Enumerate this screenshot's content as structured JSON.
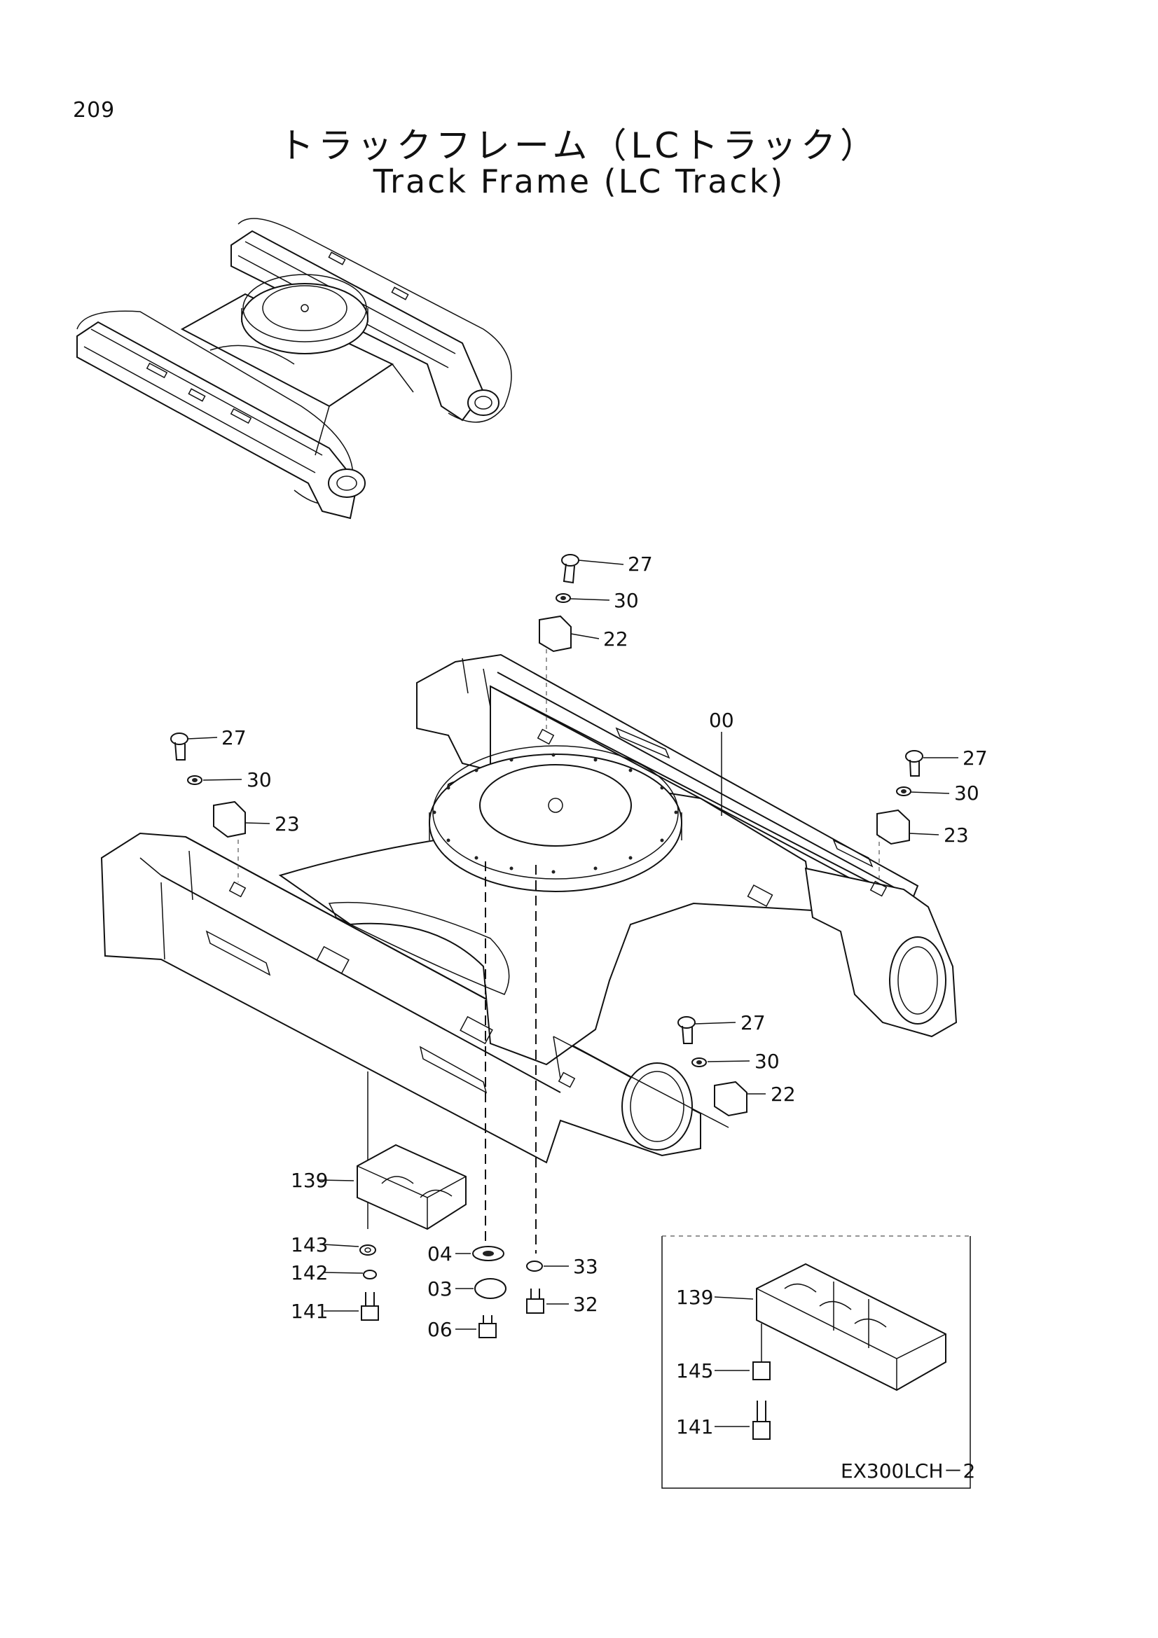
{
  "page_number": "209",
  "title_jp": "トラックフレーム（LCトラック）",
  "title_en": "Track Frame (LC Track)",
  "callouts": {
    "c27_top": "27",
    "c30_top": "30",
    "c22_top": "22",
    "c00": "00",
    "c27_left": "27",
    "c30_left": "30",
    "c23_left": "23",
    "c27_right": "27",
    "c30_right": "30",
    "c23_right": "23",
    "c27_low": "27",
    "c30_low": "30",
    "c22_low": "22",
    "c139": "139",
    "c143": "143",
    "c142": "142",
    "c141": "141",
    "c04": "04",
    "c03": "03",
    "c06": "06",
    "c33": "33",
    "c32": "32"
  },
  "inset": {
    "c139": "139",
    "c145": "145",
    "c141": "141",
    "model_code": "EX300LCH－2"
  }
}
